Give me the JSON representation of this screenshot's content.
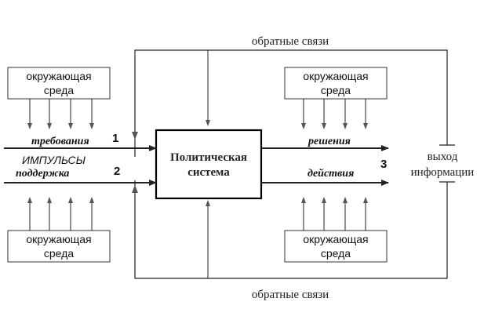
{
  "feedback_label": "обратные связи",
  "environment_label_line1": "окружающая",
  "environment_label_line2": "среда",
  "system_label_line1": "Политическая",
  "system_label_line2": "система",
  "input_demands": "требования",
  "input_support": "поддержка",
  "impulses": "ИМПУЛЬСЫ",
  "output_decisions": "решения",
  "output_actions": "действия",
  "output_info_line1": "выход",
  "output_info_line2": "информации",
  "num_1": "1",
  "num_2": "2",
  "num_3": "3"
}
